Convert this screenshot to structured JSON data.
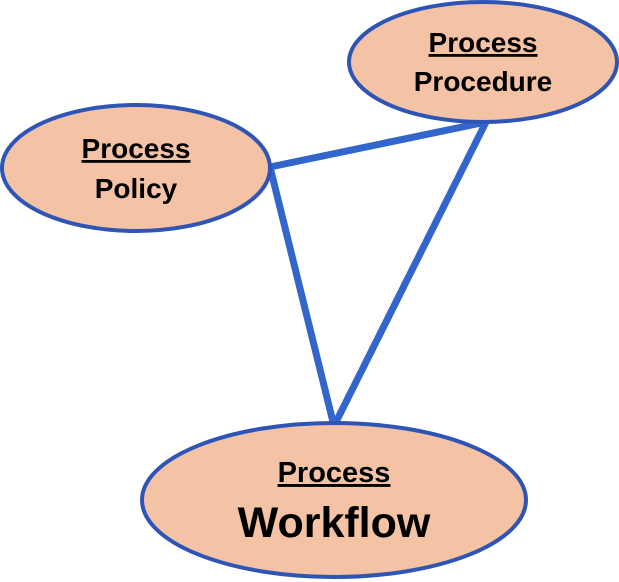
{
  "colors": {
    "node_fill": "#f4c2a5",
    "node_stroke": "#2e55b5",
    "edge": "#3366cc"
  },
  "nodes": {
    "policy": {
      "line1": "Process",
      "line2": "Policy"
    },
    "procedure": {
      "line1": "Process",
      "line2": "Procedure"
    },
    "workflow": {
      "line1": "Process",
      "line2": "Workflow"
    }
  },
  "edges": [
    {
      "from": "policy",
      "to": "procedure"
    },
    {
      "from": "policy",
      "to": "workflow"
    },
    {
      "from": "procedure",
      "to": "workflow"
    }
  ]
}
